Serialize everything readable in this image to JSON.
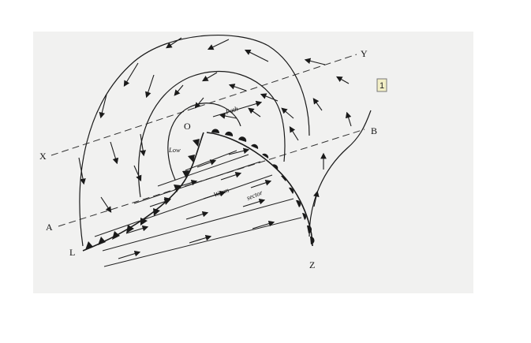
{
  "figure": {
    "badge": "1",
    "labels": {
      "X": "X",
      "Y": "Y",
      "A": "A",
      "B": "B",
      "L": "L",
      "O": "O",
      "Z": "Z",
      "low": "Low",
      "path": "Path",
      "warm": "Warm",
      "sector": "sector"
    }
  }
}
